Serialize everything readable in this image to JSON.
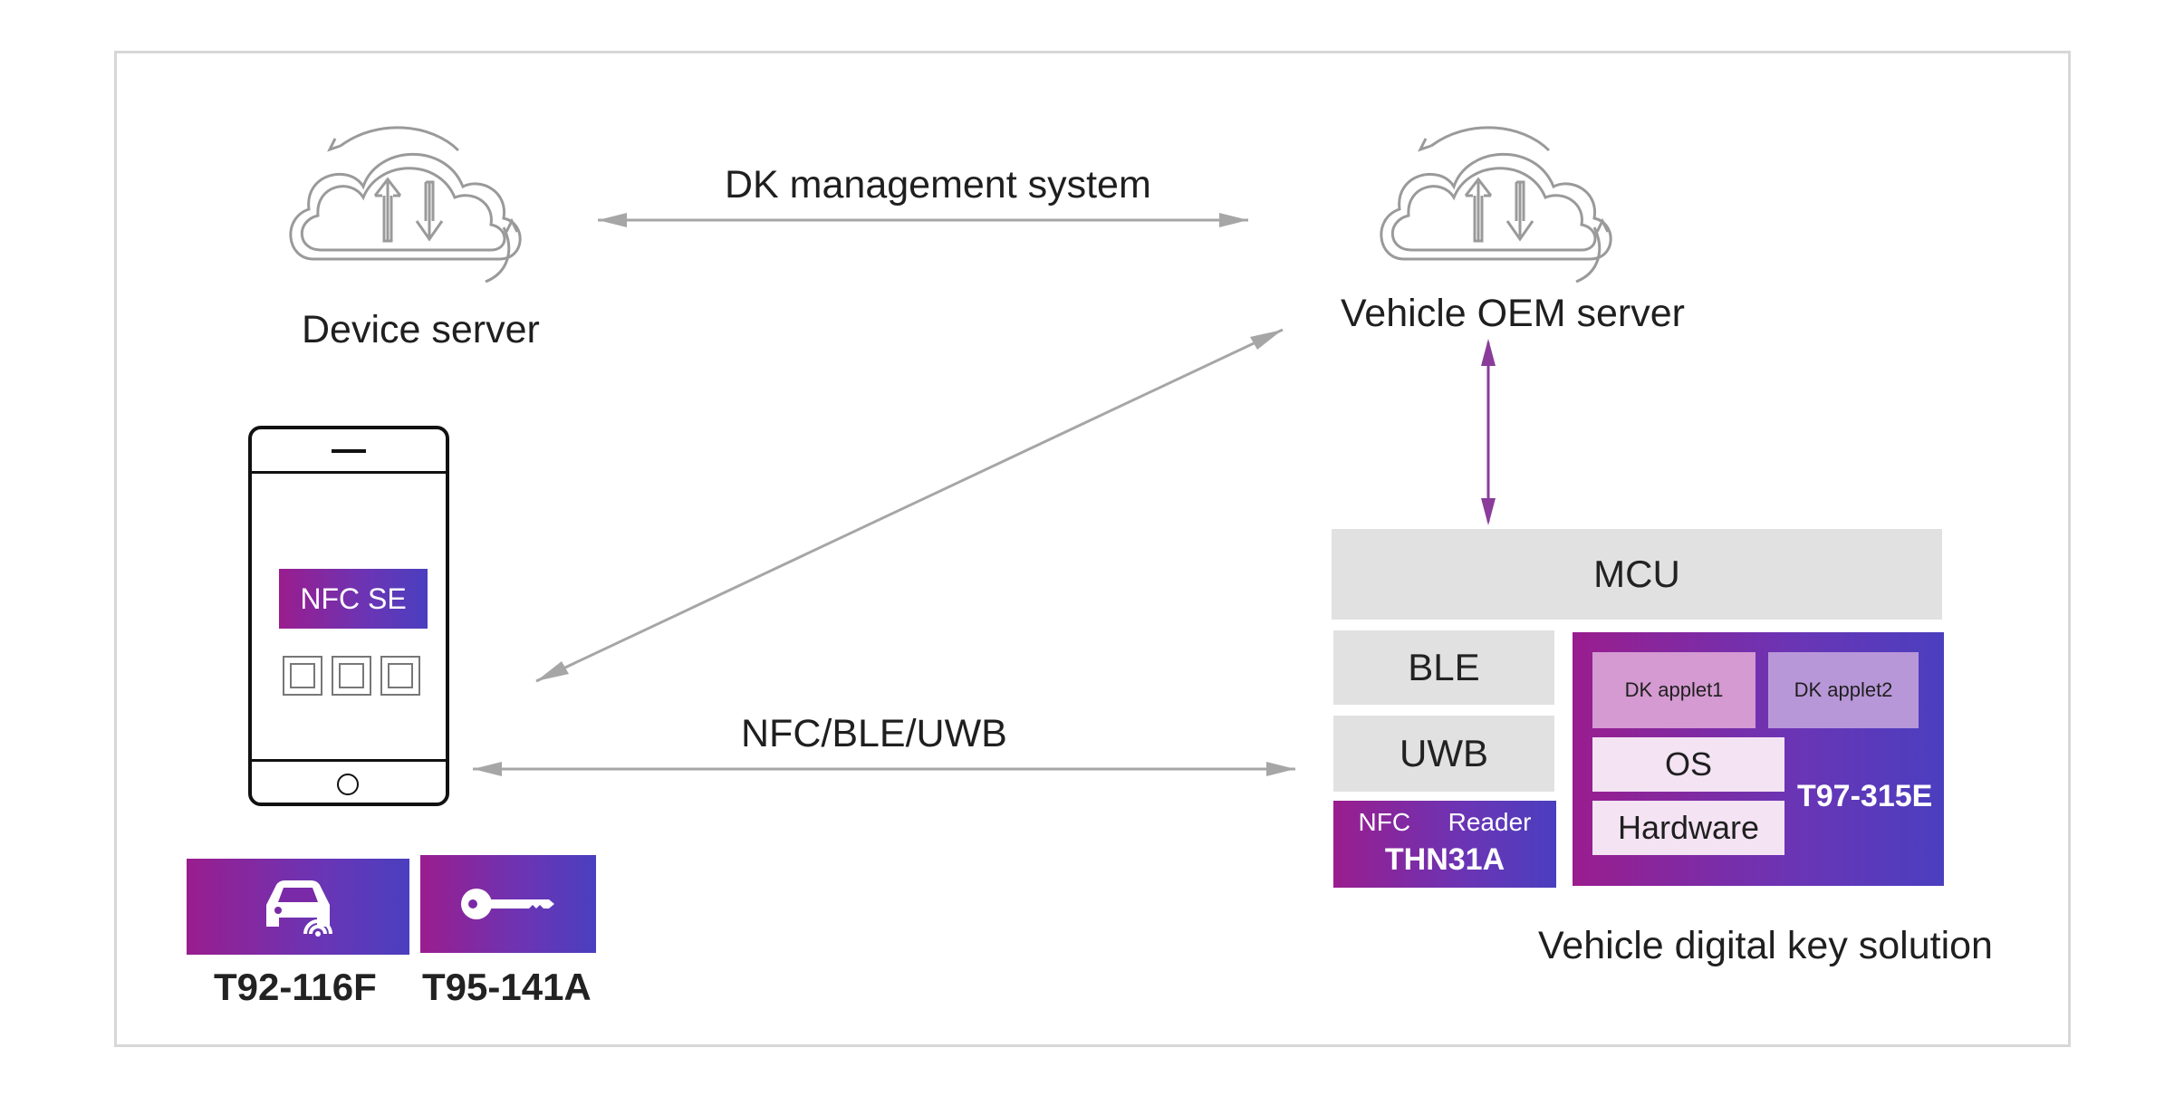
{
  "labels": {
    "dk_management": "DK management system",
    "device_server": "Device server",
    "oem_server": "Vehicle OEM server",
    "nfc_ble_uwb": "NFC/BLE/UWB",
    "vehicle_solution": "Vehicle digital key solution"
  },
  "phone": {
    "nfc_se": "NFC SE"
  },
  "chips": {
    "car_chip": "T92-116F",
    "key_chip": "T95-141A"
  },
  "vehicle": {
    "mcu": "MCU",
    "ble": "BLE",
    "uwb": "UWB",
    "nfc_label": "NFC",
    "reader_label": "Reader",
    "reader_chip": "THN31A",
    "applet1": "DK applet1",
    "applet2": "DK applet2",
    "os": "OS",
    "hardware": "Hardware",
    "se_chip": "T97-315E"
  },
  "colors": {
    "accent_magenta": "#9a1d8e",
    "accent_violet": "#4a3fbf",
    "arrow_grey": "#a6a6a6",
    "arrow_purple": "#8a3c9a"
  }
}
